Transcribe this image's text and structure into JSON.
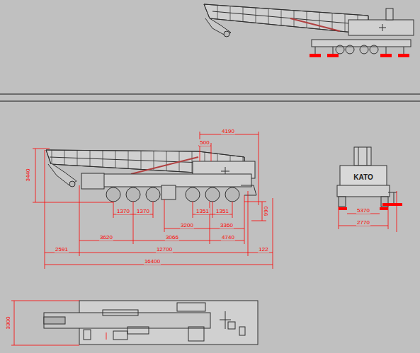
{
  "diagram": {
    "labels": [
      "4190",
      "500",
      "3440",
      "1370",
      "1370",
      "1351",
      "1351",
      "3200",
      "3360",
      "3620",
      "3066",
      "4740",
      "2591",
      "12700",
      "122",
      "16400",
      "990",
      "KATO",
      "5370",
      "2770",
      "3300"
    ]
  }
}
